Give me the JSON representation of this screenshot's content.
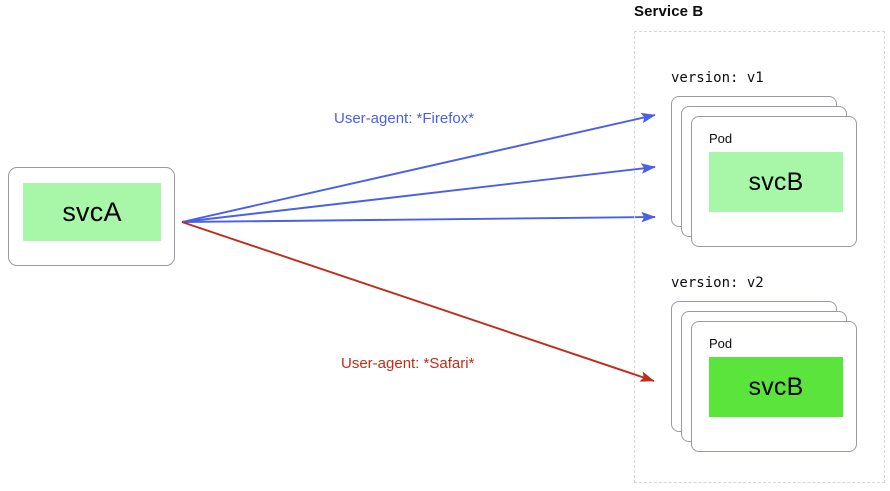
{
  "diagram": {
    "type": "service-mesh-routing",
    "background_color": "#ffffff",
    "client": {
      "label": "svcA",
      "fill_color": "#a8f7a8",
      "border_color": "#9a9aa5"
    },
    "service_group": {
      "title": "Service B",
      "border_style": "dashed",
      "border_color": "#d6d6d8"
    },
    "pod_groups": [
      {
        "version_label": "version: v1",
        "pod_label": "Pod",
        "service_label": "svcB",
        "fill_color": "#a8f7a8",
        "replica_count": 3
      },
      {
        "version_label": "version: v2",
        "pod_label": "Pod",
        "service_label": "svcB",
        "fill_color": "#5ae43c",
        "replica_count": 3
      }
    ],
    "edges": [
      {
        "label": "User-agent: *Firefox*",
        "color": "#4a5fe8",
        "target": "version: v1",
        "arrow_count": 3
      },
      {
        "label": "User-agent: *Safari*",
        "color": "#bf2d18",
        "target": "version: v2",
        "arrow_count": 1
      }
    ]
  }
}
